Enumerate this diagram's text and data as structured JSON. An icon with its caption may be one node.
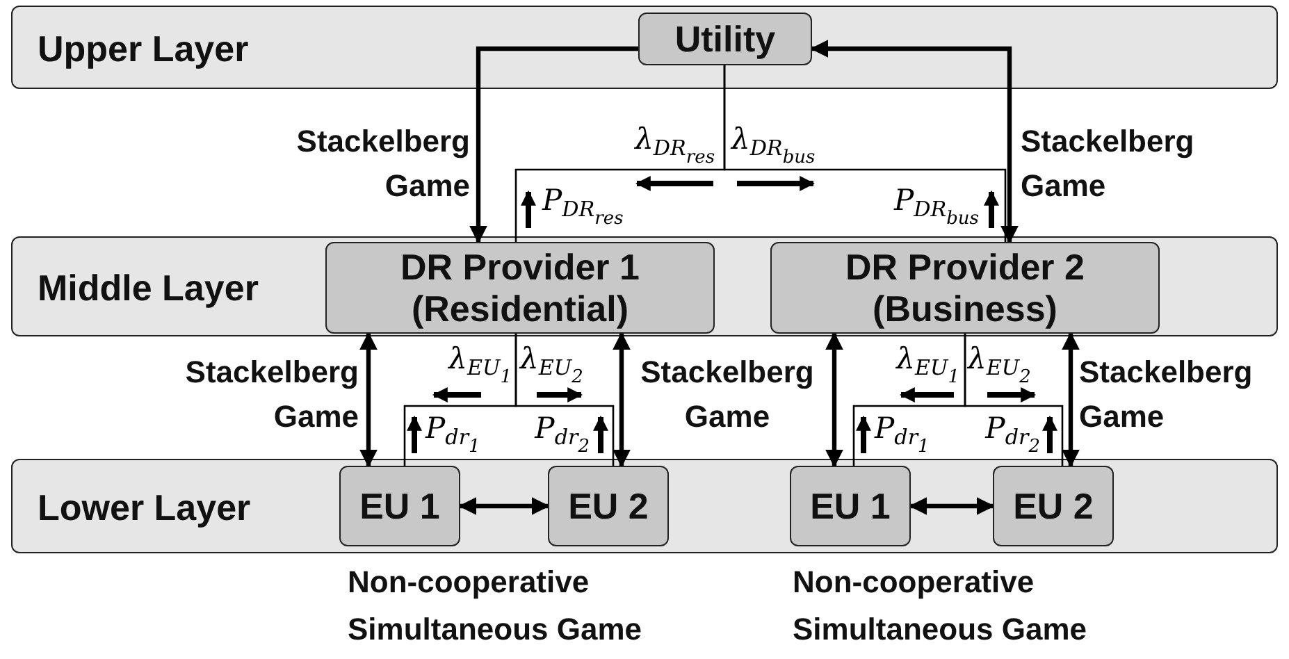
{
  "diagram": {
    "nodes": [
      {
        "text": [
          "Upper Layer"
        ]
      },
      {
        "text": [
          "Utility"
        ],
        "in": 0
      },
      {
        "text": [
          "Middle Layer"
        ]
      },
      {
        "text": [
          "DR Provider 1 (Residential)"
        ],
        "in": 2
      },
      {
        "text": [
          "DR Provider 2 (Business)"
        ],
        "in": 2
      },
      {
        "text": [
          "Lower Layer"
        ]
      },
      {
        "text": [
          "EU 1"
        ],
        "in": 5
      },
      {
        "text": [
          "EU 2"
        ],
        "in": 5
      },
      {
        "text": [
          "EU 1"
        ],
        "in": 5
      },
      {
        "text": [
          "EU 2"
        ],
        "in": 5
      }
    ],
    "edges": [
      {
        "from": 1,
        "to": 3,
        "arrow": "to",
        "label": "Stackelberg Game"
      },
      {
        "from": 1,
        "to": 4,
        "arrow": "both",
        "label": "Stackelberg Game"
      },
      {
        "from": 1,
        "to": 3,
        "arrow": "none"
      },
      {
        "from": 1,
        "to": 4,
        "arrow": "none"
      },
      {
        "from": 3,
        "to": 6,
        "arrow": "both",
        "label": "Stackelberg Game"
      },
      {
        "from": 3,
        "to": 7,
        "arrow": "both",
        "label": "Stackelberg Game"
      },
      {
        "from": 3,
        "to": 6,
        "arrow": "none"
      },
      {
        "from": 3,
        "to": 7,
        "arrow": "none"
      },
      {
        "from": 4,
        "to": 8,
        "arrow": "both"
      },
      {
        "from": 4,
        "to": 9,
        "arrow": "both",
        "label": "Stackelberg Game"
      },
      {
        "from": 4,
        "to": 8,
        "arrow": "none"
      },
      {
        "from": 4,
        "to": 9,
        "arrow": "none"
      },
      {
        "from": 6,
        "to": 7,
        "arrow": "both"
      },
      {
        "from": 8,
        "to": 9,
        "arrow": "both"
      }
    ],
    "labels": [
      "λ$_{DR}$$_{res}$",
      "λ$_{DR}$$_{bus}$",
      "P$_{DR}$$_{res}$",
      "P$_{DR}$$_{bus}$",
      "λ$_{EU}$$_{1}$",
      "λ$_{EU}$$_{2}$",
      "P$_{dr}$$_{1}$",
      "P$_{dr}$$_{2}$",
      "λ$_{EU}$$_{1}$",
      "λ$_{EU}$$_{2}$",
      "P$_{dr}$$_{1}$",
      "P$_{dr}$$_{2}$",
      "Non-cooperative Simultaneous Game",
      "Non-cooperative Simultaneous Game"
    ]
  }
}
